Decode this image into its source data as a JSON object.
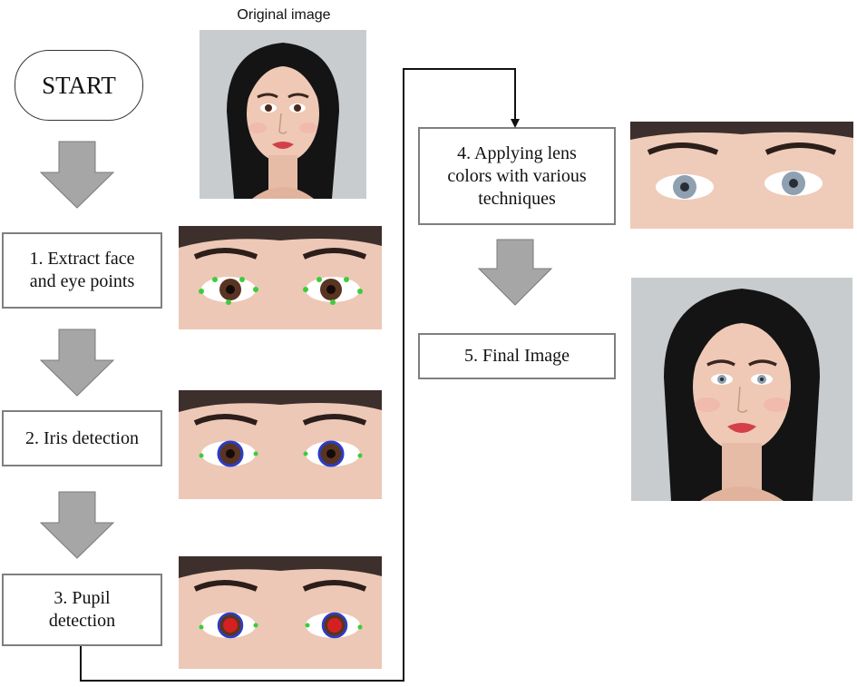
{
  "caption": "Original image",
  "start_label": "START",
  "steps": [
    {
      "label_lines": [
        "1. Extract face",
        "and eye points"
      ]
    },
    {
      "label_lines": [
        "2. Iris detection"
      ]
    },
    {
      "label_lines": [
        "3. Pupil",
        "detection"
      ]
    },
    {
      "label_lines": [
        "4. Applying lens",
        "colors with various",
        "techniques"
      ]
    },
    {
      "label_lines": [
        "5. Final Image"
      ]
    }
  ],
  "colors": {
    "arrow_fill": "#a6a6a6",
    "arrow_stroke": "#7a7a7a",
    "landmark": "#3ccc3c",
    "iris_ring": "#2a3cc8",
    "pupil": "#d42020",
    "lens": "#8fa0b0",
    "iris_brown": "#5a3422"
  }
}
